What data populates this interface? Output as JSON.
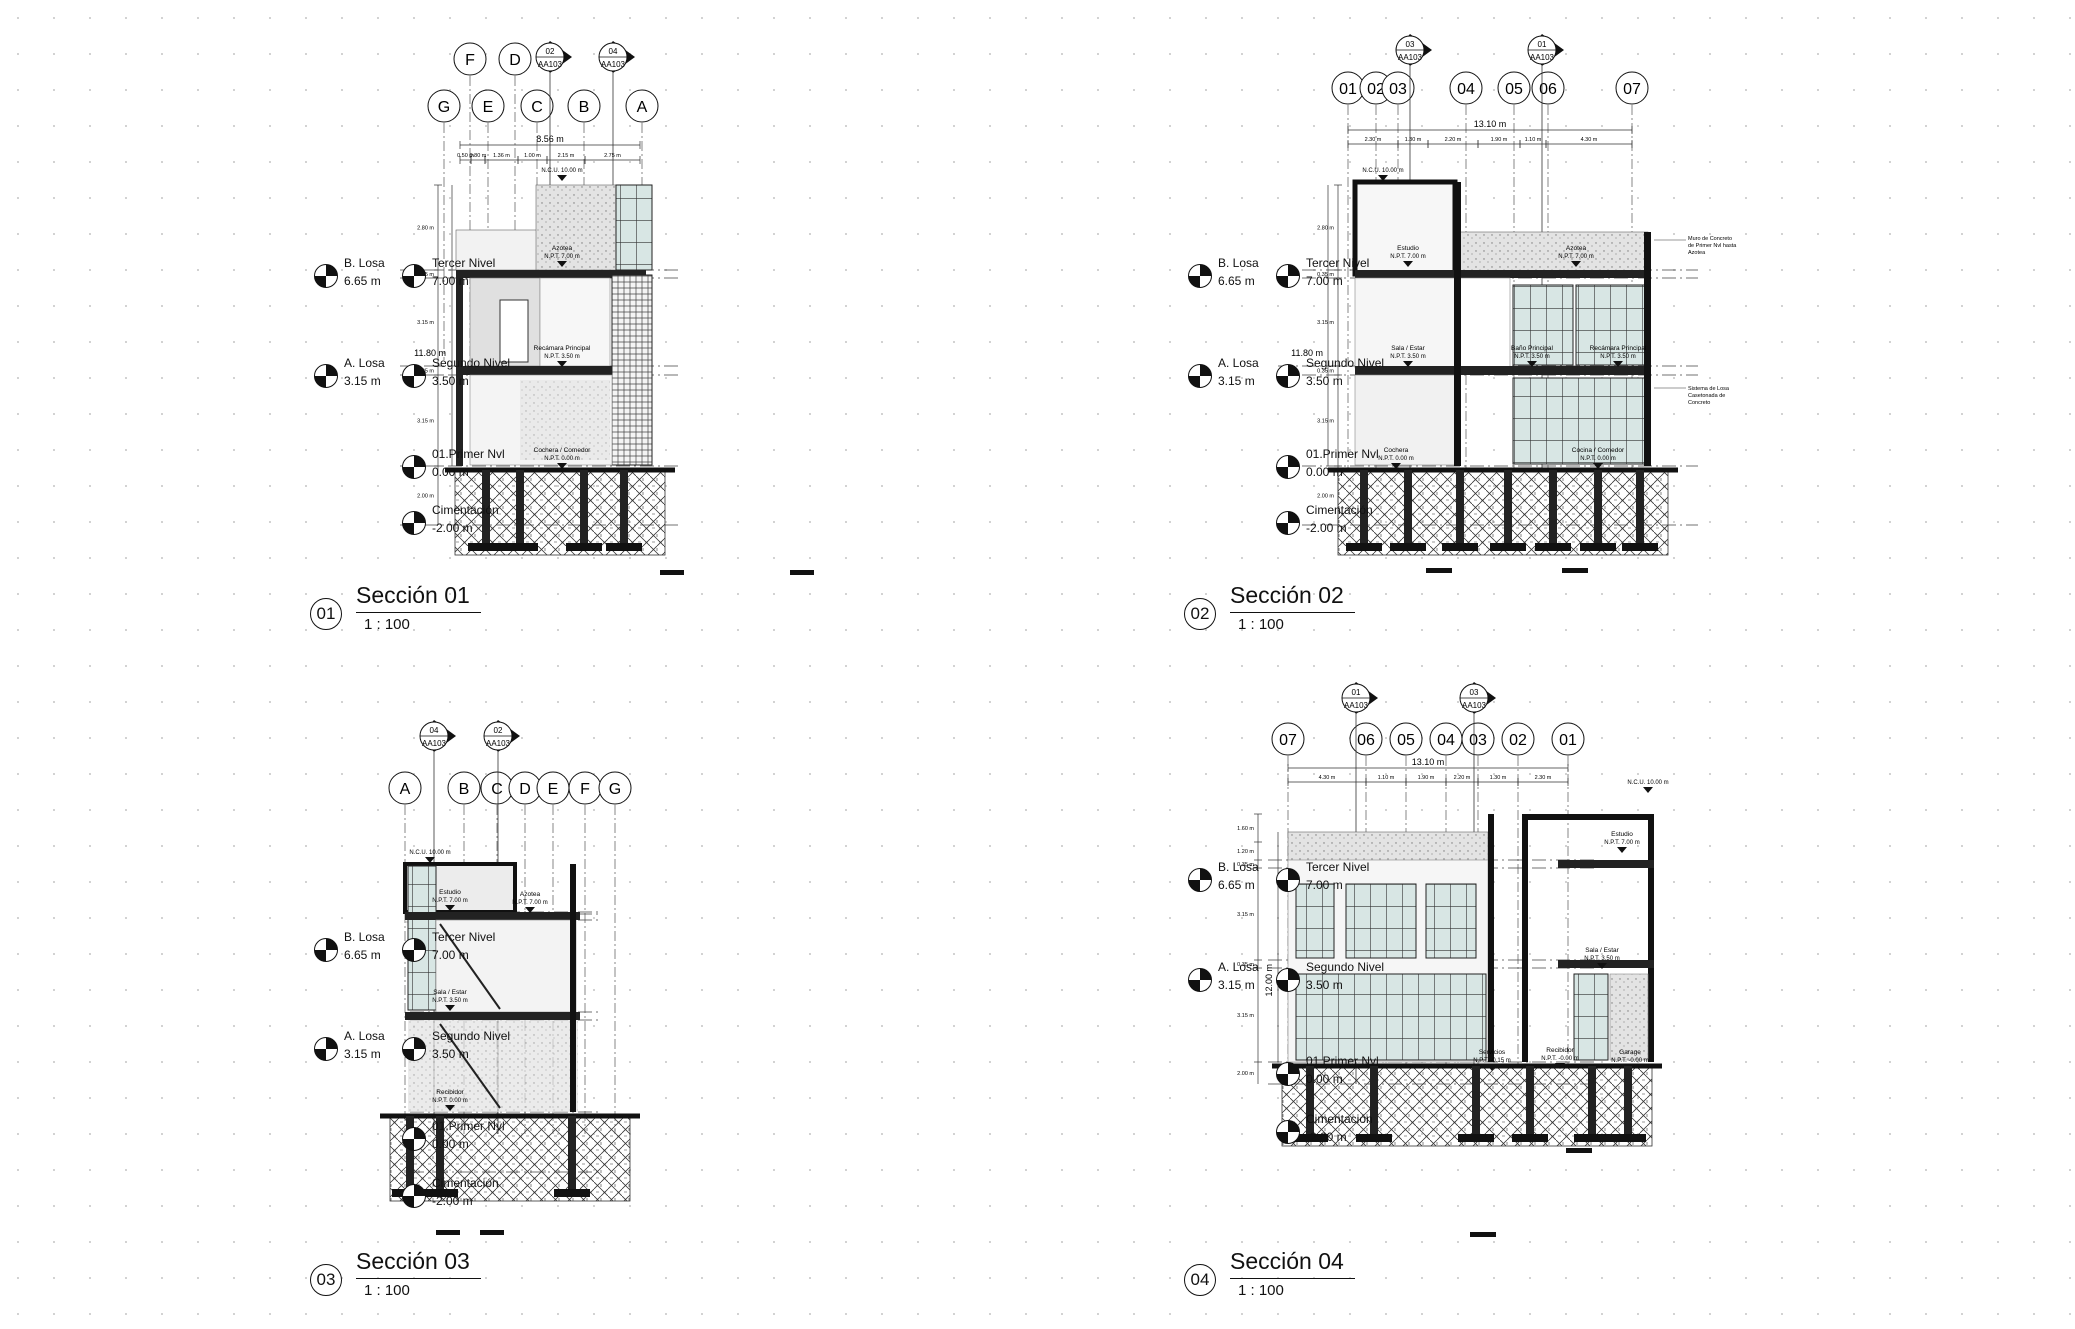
{
  "sections": [
    {
      "id": "s1",
      "title": "Sección 01",
      "badge": "01",
      "scale": "1 : 100",
      "grid_top": [
        "F",
        "D"
      ],
      "grid_bottom": [
        "G",
        "E",
        "C",
        "B",
        "A"
      ],
      "callouts": [
        {
          "num": "02",
          "sheet": "AA103"
        },
        {
          "num": "04",
          "sheet": "AA103"
        }
      ],
      "overall_dim": "8.56 m",
      "height_dim": "11.80 m",
      "sub_dims": [
        "0.50 m",
        "0.80 m",
        "1.36 m",
        "1.00 m",
        "2.15 m",
        "2.75 m"
      ],
      "vert_dims": [
        "2.80 m",
        "0.35 m",
        "3.15 m",
        "0.35 m",
        "3.15 m",
        "2.00 m"
      ],
      "top_tag": "N.C.U. 10.00 m",
      "rooms": [
        {
          "name": "Azotea",
          "level": "N.P.T. 7.00 m"
        },
        {
          "name": "Recámara Principal",
          "level": "N.P.T. 3.50 m"
        },
        {
          "name": "Cochera / Comedor",
          "level": "N.P.T. 0.00 m"
        }
      ],
      "notes": []
    },
    {
      "id": "s2",
      "title": "Sección 02",
      "badge": "02",
      "scale": "1 : 100",
      "grid_bottom": [
        "01",
        "02",
        "03",
        "04",
        "05",
        "06",
        "07"
      ],
      "callouts": [
        {
          "num": "03",
          "sheet": "AA103"
        },
        {
          "num": "01",
          "sheet": "AA103"
        }
      ],
      "overall_dim": "13.10 m",
      "height_dim": "11.80 m",
      "sub_dims": [
        "2.30 m",
        "1.30 m",
        "2.20 m",
        "1.90 m",
        "1.10 m",
        "4.30 m"
      ],
      "vert_dims": [
        "2.80 m",
        "0.35 m",
        "3.15 m",
        "0.35 m",
        "3.15 m",
        "2.00 m"
      ],
      "top_tag": "N.C.U. 10.00 m",
      "rooms": [
        {
          "name": "Estudio",
          "level": "N.P.T. 7.00 m"
        },
        {
          "name": "Azotea",
          "level": "N.P.T. 7.00 m"
        },
        {
          "name": "Sala / Estar",
          "level": "N.P.T. 3.50 m"
        },
        {
          "name": "Baño Principal",
          "level": "N.P.T. 3.50 m"
        },
        {
          "name": "Recámara Principal",
          "level": "N.P.T. 3.50 m"
        },
        {
          "name": "Cochera",
          "level": "N.P.T. 0.00 m"
        },
        {
          "name": "Cocina / Comedor",
          "level": "N.P.T. 0.00 m"
        }
      ],
      "notes": [
        [
          "Muro de Concreto",
          "de Primer Nvl hasta",
          "Azotea"
        ],
        [
          "Sistema de Losa",
          "Casetonada de",
          "Concreto"
        ]
      ]
    },
    {
      "id": "s3",
      "title": "Sección 03",
      "badge": "03",
      "scale": "1 : 100",
      "grid_bottom": [
        "A",
        "B",
        "C",
        "D",
        "E",
        "F",
        "G"
      ],
      "callouts": [
        {
          "num": "04",
          "sheet": "AA103"
        },
        {
          "num": "02",
          "sheet": "AA103"
        }
      ],
      "top_tag": "N.C.U. 10.00 m",
      "rooms": [
        {
          "name": "Estudio",
          "level": "N.P.T. 7.00 m"
        },
        {
          "name": "Azotea",
          "level": "N.P.T. 7.00 m"
        },
        {
          "name": "Sala / Estar",
          "level": "N.P.T. 3.50 m"
        },
        {
          "name": "Recibidor",
          "level": "N.P.T. 0.00 m"
        }
      ],
      "notes": []
    },
    {
      "id": "s4",
      "title": "Sección 04",
      "badge": "04",
      "scale": "1 : 100",
      "grid_bottom": [
        "07",
        "06",
        "05",
        "04",
        "03",
        "02",
        "01"
      ],
      "callouts": [
        {
          "num": "01",
          "sheet": "AA103"
        },
        {
          "num": "03",
          "sheet": "AA103"
        }
      ],
      "overall_dim": "13.10 m",
      "height_dim": "12.00 m",
      "sub_dims": [
        "4.30 m",
        "1.10 m",
        "1.90 m",
        "2.20 m",
        "1.30 m",
        "2.30 m"
      ],
      "vert_dims": [
        "1.60 m",
        "1.20 m",
        "0.35 m",
        "3.15 m",
        "0.35 m",
        "3.15 m",
        "2.00 m"
      ],
      "top_tag": "N.C.U. 10.00 m",
      "rooms": [
        {
          "name": "Estudio",
          "level": "N.P.T. 7.00 m"
        },
        {
          "name": "Sala / Estar",
          "level": "N.P.T. 3.50 m"
        },
        {
          "name": "Servicios",
          "level": "N.P.T. -0.15 m"
        },
        {
          "name": "Recibidor",
          "level": "N.P.T. -0.00 m"
        },
        {
          "name": "Garage",
          "level": "N.P.T. -0.00 m"
        }
      ],
      "notes": []
    }
  ],
  "levels": [
    {
      "name": "Tercer Nivel",
      "elev": "7.00 m"
    },
    {
      "name": "Segundo Nivel",
      "elev": "3.50 m"
    },
    {
      "name": "01.Primer Nvl",
      "elev": "0.00 m"
    },
    {
      "name": "Cimentación",
      "elev": "-2.00 m"
    }
  ],
  "slabs": [
    {
      "name": "B. Losa",
      "elev": "6.65 m"
    },
    {
      "name": "A. Losa",
      "elev": "3.15 m"
    }
  ]
}
